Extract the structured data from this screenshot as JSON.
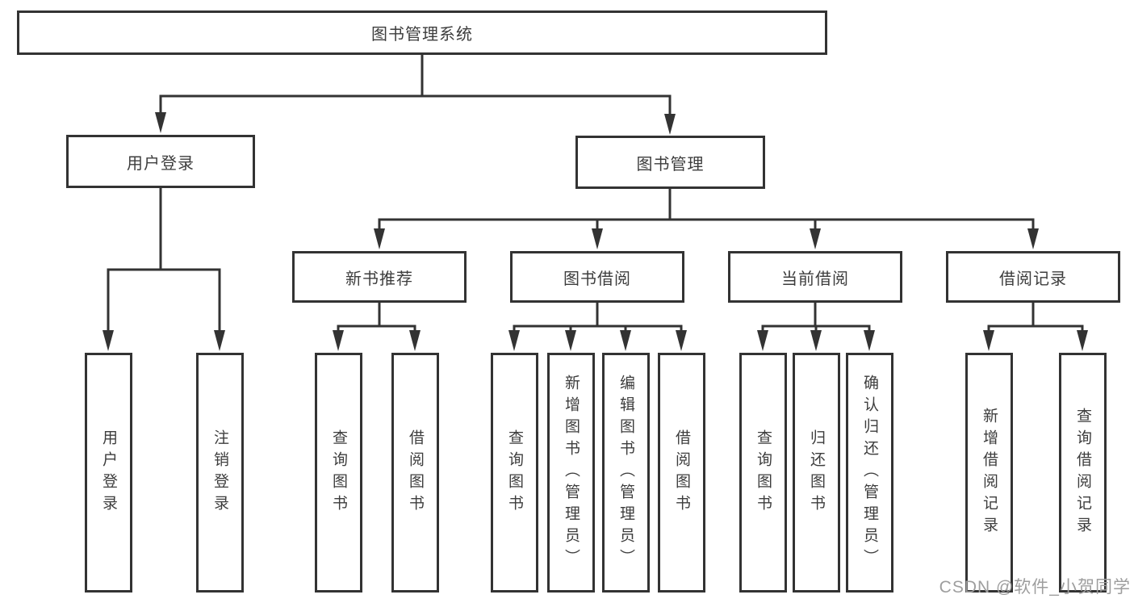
{
  "diagram_type": "function-structure-tree",
  "tree": {
    "root": {
      "label": "图书管理系统"
    },
    "branches": [
      {
        "label": "用户登录",
        "children": [
          {
            "label": "用户登录"
          },
          {
            "label": "注销登录"
          }
        ]
      },
      {
        "label": "图书管理",
        "children": [
          {
            "label": "新书推荐",
            "children": [
              {
                "label": "查询图书"
              },
              {
                "label": "借阅图书"
              }
            ]
          },
          {
            "label": "图书借阅",
            "children": [
              {
                "label": "查询图书"
              },
              {
                "label": "新增图书（管理员）"
              },
              {
                "label": "编辑图书（管理员）"
              },
              {
                "label": "借阅图书"
              }
            ]
          },
          {
            "label": "当前借阅",
            "children": [
              {
                "label": "查询图书"
              },
              {
                "label": "归还图书"
              },
              {
                "label": "确认归还（管理员）"
              }
            ]
          },
          {
            "label": "借阅记录",
            "children": [
              {
                "label": "新增借阅记录"
              },
              {
                "label": "查询借阅记录"
              }
            ]
          }
        ]
      }
    ]
  },
  "watermark": {
    "text": "CSDN @软件_小贺同学"
  },
  "colors": {
    "line": "#333333",
    "text": "#3d3d3d",
    "watermark": "#9e9e9e",
    "background": "#ffffff"
  }
}
